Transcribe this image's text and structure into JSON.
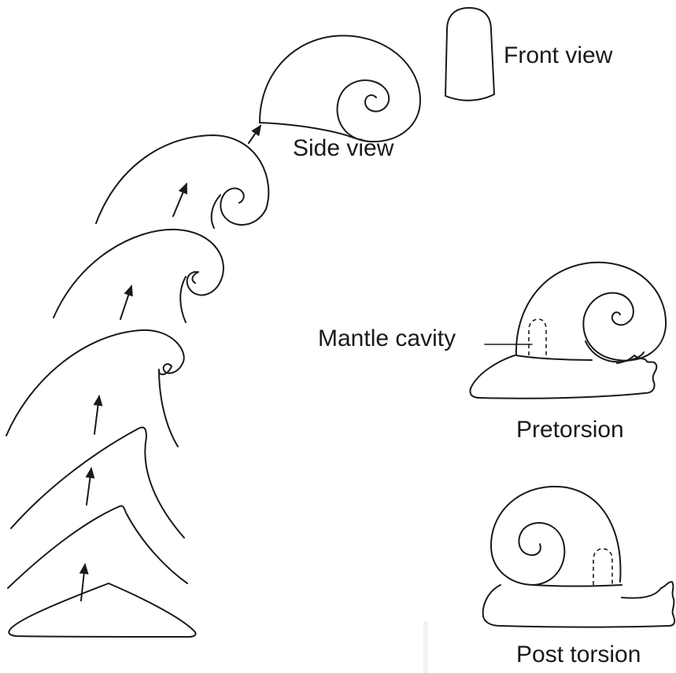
{
  "labels": {
    "front_view": "Front view",
    "side_view": "Side view",
    "mantle_cavity": "Mantle cavity",
    "pretorsion": "Pretorsion",
    "post_torsion": "Post torsion"
  },
  "colors": {
    "ink": "#1a1a1a",
    "background": "#ffffff"
  }
}
